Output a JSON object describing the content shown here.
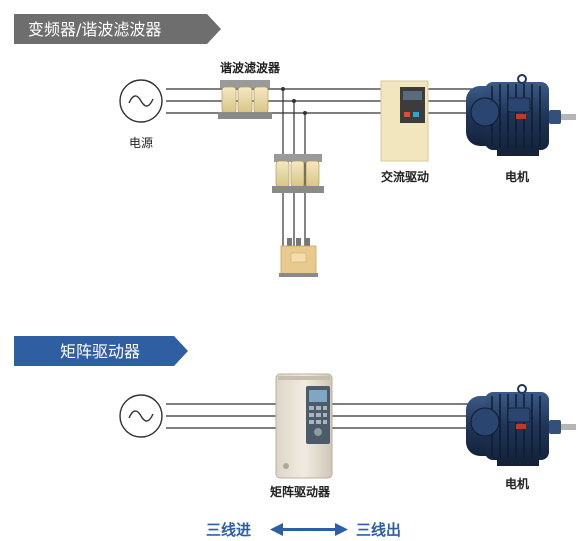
{
  "sections": {
    "top_banner": "变频器/谐波滤波器",
    "bottom_banner": "矩阵驱动器"
  },
  "labels": {
    "power_source": "电源",
    "harmonic_filter": "谐波滤波器",
    "ac_drive": "交流驱动",
    "motor_top": "电机",
    "matrix_drive": "矩阵驱动器",
    "motor_bottom": "电机"
  },
  "legend": {
    "left": "三线进",
    "right": "三线出"
  },
  "colors": {
    "top_banner_bg": "#6e6e6e",
    "bottom_banner_bg": "#2f5ea3",
    "arrow": "#2d5fa6",
    "filter": "#e9d9a6",
    "transformer": "#e8c98e",
    "motor": "#1f3558",
    "drive_panel": "#f2e6bf",
    "matrix_drive": "#e6e0d4"
  },
  "icons": {
    "power_source": "ac-sine-source-icon",
    "motor": "electric-motor-icon",
    "arrow": "double-arrow-icon"
  }
}
